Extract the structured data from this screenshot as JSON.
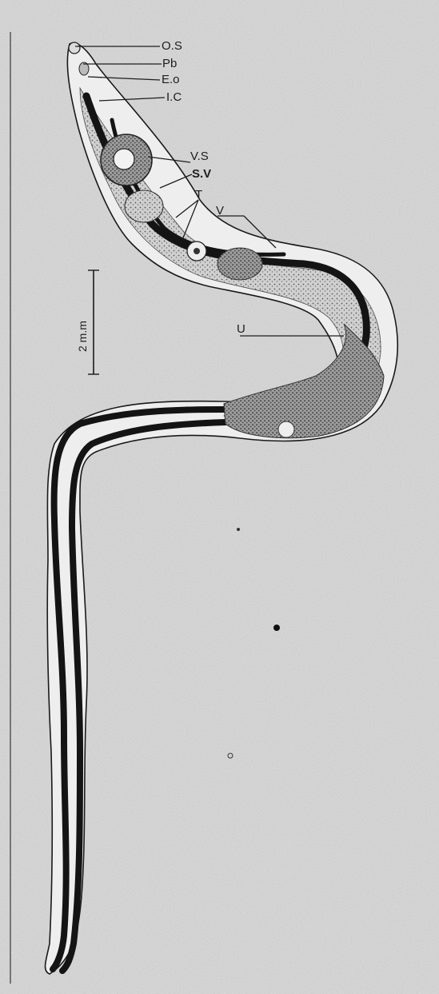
{
  "figure": {
    "labels": {
      "os": "O.S",
      "pb": "Pb",
      "eo": "E.o",
      "ic": "I.C",
      "vs": "V.S",
      "sv": "S.V",
      "t": "T",
      "v": "V",
      "u": "U"
    },
    "scale_bar": "2 m.m",
    "colors": {
      "paper": "#dcdcdc",
      "ink": "#1a1a1a",
      "body_fill": "#eeeeee",
      "organ_fill": "#b8b8b8"
    }
  }
}
